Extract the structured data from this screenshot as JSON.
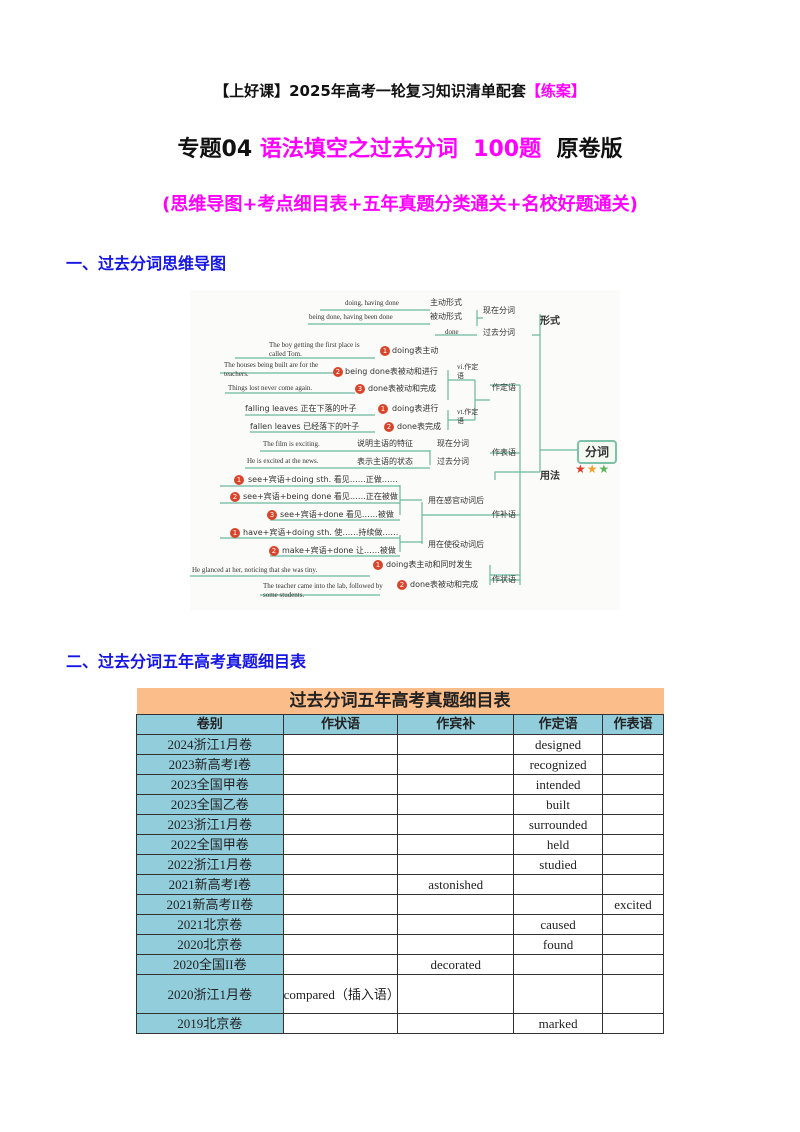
{
  "header": {
    "pre": "【上好课】2025年高考一轮复习知识清单配套",
    "tag": "【练案】"
  },
  "title": {
    "a": "专题04",
    "b": "语法填空之过去分词",
    "c": "100题",
    "d": "原卷版"
  },
  "subtitle": "(思维导图+考点细目表+五年真题分类通关+名校好题通关)",
  "section1": "一、过去分词思维导图",
  "mindmap": {
    "center": "分词",
    "center_stars": "★★★",
    "colors": {
      "line": "#6bb8a0",
      "number": "#d9452b"
    },
    "labels": [
      "doing, having done",
      "主动形式",
      "being done, having been done",
      "被动形式",
      "现在分词",
      "形式",
      "done",
      "过去分词",
      "The boy getting the first place is called Tom.",
      "doing表主动",
      "The houses being built are for the teachers.",
      "being done表被动和进行",
      "vi.作定语",
      "Things lost never come again.",
      "done表被动和完成",
      "作定语",
      "falling leaves 正在下落的叶子",
      "doing表进行",
      "vt.作定语",
      "fallen leaves 已经落下的叶子",
      "done表完成",
      "The film is exciting.",
      "说明主语的特征",
      "现在分词",
      "作表语",
      "He is excited at the news.",
      "表示主语的状态",
      "过去分词",
      "用法",
      "see+宾语+doing sth. 看见……正做……",
      "see+宾语+being done 看见……正在被做",
      "用在感官动词后",
      "see+宾语+done 看见……被做",
      "作补语",
      "have+宾语+doing sth. 使……持续做……",
      "用在使役动词后",
      "make+宾语+done 让……被做",
      "doing表主动和同时发生",
      "He glanced at her, noticing that she was tiny.",
      "作状语",
      "done表被动和完成",
      "The teacher came into the lab, followed by some students."
    ],
    "numbers": [
      "1",
      "2",
      "3"
    ]
  },
  "section2": "二、过去分词五年高考真题细目表",
  "table": {
    "caption": "过去分词五年高考真题细目表",
    "headers": [
      "卷别",
      "作状语",
      "作宾补",
      "作定语",
      "作表语"
    ],
    "rows": [
      [
        "2024浙江1月卷",
        "",
        "",
        "designed",
        ""
      ],
      [
        "2023新高考I卷",
        "",
        "",
        "recognized",
        ""
      ],
      [
        "2023全国甲卷",
        "",
        "",
        "intended",
        ""
      ],
      [
        "2023全国乙卷",
        "",
        "",
        "built",
        ""
      ],
      [
        "2023浙江1月卷",
        "",
        "",
        "surrounded",
        ""
      ],
      [
        "2022全国甲卷",
        "",
        "",
        "held",
        ""
      ],
      [
        "2022浙江1月卷",
        "",
        "",
        "studied",
        ""
      ],
      [
        "2021新高考I卷",
        "",
        "astonished",
        "",
        ""
      ],
      [
        "2021新高考II卷",
        "",
        "",
        "",
        "excited"
      ],
      [
        "2021北京卷",
        "",
        "",
        "caused",
        ""
      ],
      [
        "2020北京卷",
        "",
        "",
        "found",
        ""
      ],
      [
        "2020全国II卷",
        "",
        "decorated",
        "",
        ""
      ],
      [
        "2020浙江1月卷",
        "compared（插入语）",
        "",
        "",
        ""
      ],
      [
        "2019北京卷",
        "",
        "",
        "marked",
        ""
      ]
    ]
  }
}
